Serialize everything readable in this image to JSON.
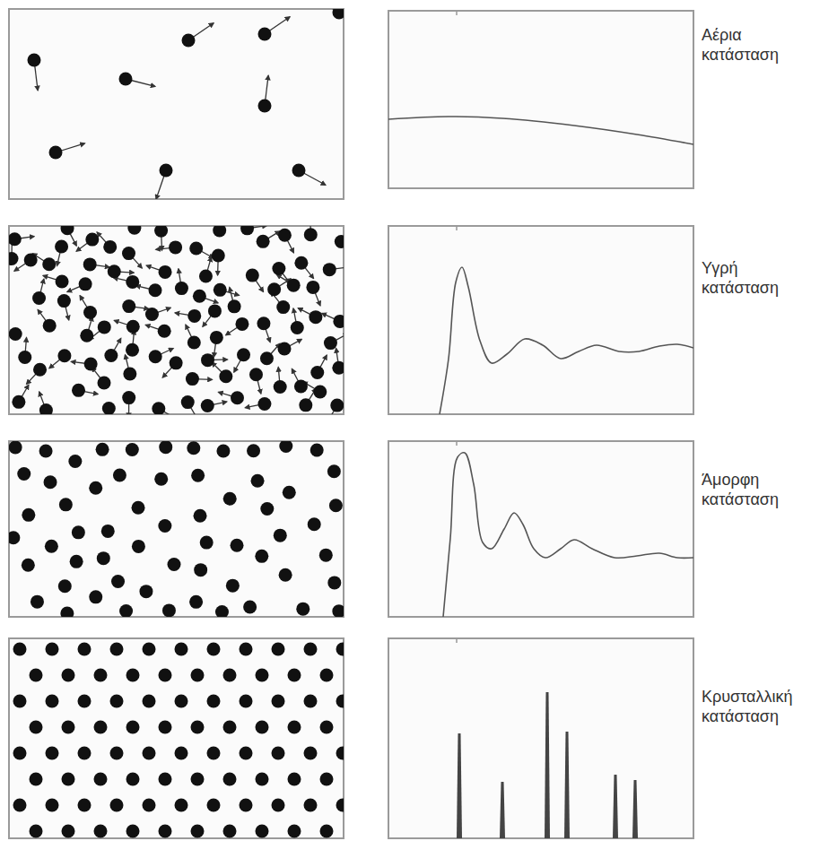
{
  "diagram": {
    "labels": [
      "Αέρια κατάσταση",
      "Υγρή κατάσταση",
      "Άμορφη κατάσταση",
      "Κρυσταλλική κατάσταση"
    ]
  }
}
